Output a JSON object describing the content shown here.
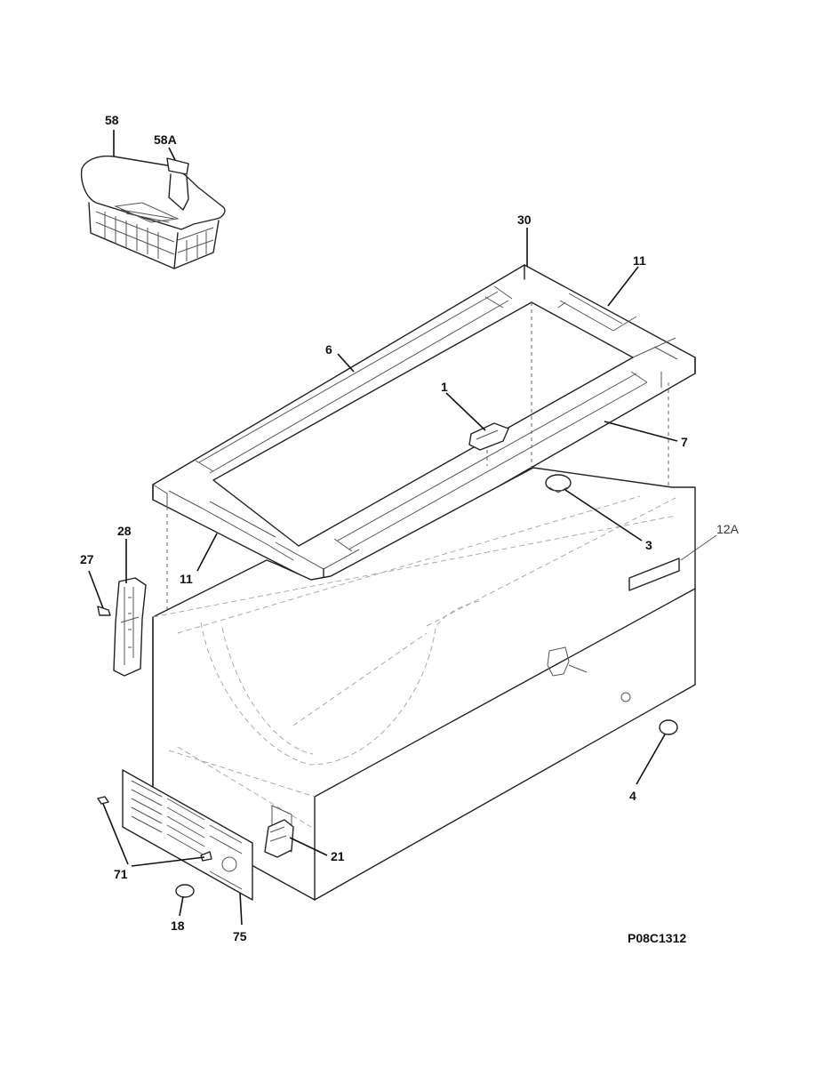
{
  "callouts": {
    "c58": "58",
    "c58a": "58A",
    "c30": "30",
    "c11_top": "11",
    "c6": "6",
    "c1": "1",
    "c7": "7",
    "c3": "3",
    "c12a": "12A",
    "c28": "28",
    "c27": "27",
    "c11_left": "11",
    "c4": "4",
    "c21": "21",
    "c71": "71",
    "c18": "18",
    "c75": "75"
  },
  "diagram_code": "P08C1312"
}
